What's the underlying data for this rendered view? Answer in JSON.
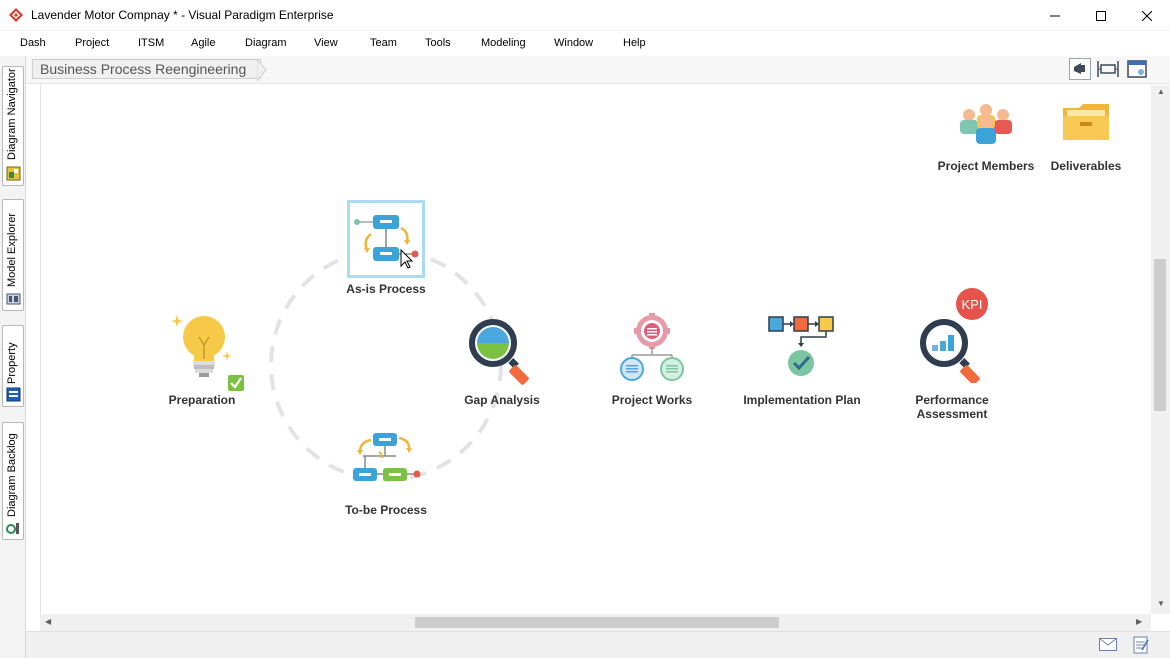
{
  "window": {
    "title": "Lavender Motor Compnay * - Visual Paradigm Enterprise",
    "logo_icon": "visual-paradigm-logo",
    "controls": [
      "minimize",
      "maximize",
      "close"
    ]
  },
  "menu": {
    "items": [
      "Dash",
      "Project",
      "ITSM",
      "Agile",
      "Diagram",
      "View",
      "Team",
      "Tools",
      "Modeling",
      "Window",
      "Help"
    ]
  },
  "side_tabs": [
    {
      "label": "Diagram Navigator",
      "icon": "diagram-navigator-icon"
    },
    {
      "label": "Model Explorer",
      "icon": "model-explorer-icon"
    },
    {
      "label": "Property",
      "icon": "property-icon"
    },
    {
      "label": "Diagram Backlog",
      "icon": "diagram-backlog-icon"
    }
  ],
  "breadcrumb": {
    "label": "Business Process Reengineering"
  },
  "toolbar": {
    "icons": [
      "announcement-icon",
      "fit-diagram-icon",
      "diagram-view-icon"
    ]
  },
  "diagram": {
    "nodes": [
      {
        "id": "project-members",
        "label": "Project Members",
        "icon": "people-group-icon"
      },
      {
        "id": "deliverables",
        "label": "Deliverables",
        "icon": "folder-icon"
      },
      {
        "id": "as-is-process",
        "label": "As-is Process",
        "icon": "flowchart-icon",
        "selected": true
      },
      {
        "id": "preparation",
        "label": "Preparation",
        "icon": "lightbulb-icon"
      },
      {
        "id": "gap-analysis",
        "label": "Gap Analysis",
        "icon": "magnifier-icon"
      },
      {
        "id": "project-works",
        "label": "Project Works",
        "icon": "gear-hierarchy-icon"
      },
      {
        "id": "implementation-plan",
        "label": "Implementation Plan",
        "icon": "plan-flow-icon"
      },
      {
        "id": "performance-assessment",
        "label": "Performance\nAssessment",
        "label_line1": "Performance",
        "label_line2": "Assessment",
        "icon": "kpi-magnifier-icon",
        "badge": "KPI"
      },
      {
        "id": "to-be-process",
        "label": "To-be Process",
        "icon": "flowchart-icon"
      }
    ]
  },
  "statusbar": {
    "icons": [
      "mail-icon",
      "notes-icon"
    ]
  },
  "colors": {
    "accent_blue": "#4fb3d9",
    "selection_border": "#a9dcf3",
    "kpi_red": "#e5534b",
    "check_green": "#7cc242",
    "bulb_yellow": "#f7c948"
  }
}
